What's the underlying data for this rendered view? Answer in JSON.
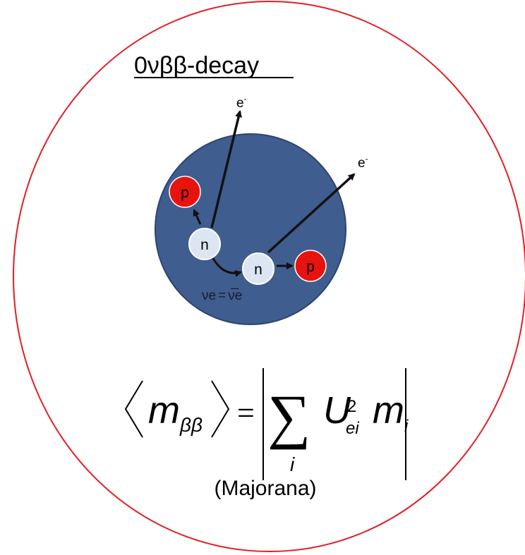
{
  "title": "0νββ-decay",
  "colors": {
    "outline": "#e31e24",
    "nucleus": "#3f5d8e",
    "nucleus_edge": "#2c4470",
    "proton": "#e8130f",
    "neutron": "#dce6f2",
    "arrow": "#111111"
  },
  "diagram": {
    "electron_1": "e",
    "electron_2": "e",
    "electron_charge": "-",
    "proton_1": "p",
    "proton_2": "p",
    "neutron_1": "n",
    "neutron_2": "n",
    "neutrino_left": "νe",
    "neutrino_equals": "=",
    "neutrino_right": "ν̅e"
  },
  "formula": {
    "lhs_symbol": "m",
    "lhs_subscript": "ββ",
    "equals": "=",
    "sum_symbol": "∑",
    "sum_index": "i",
    "matrix_symbol": "U",
    "matrix_superscript": "2",
    "matrix_subscript": "ei",
    "mass_symbol": "m",
    "mass_subscript": "i"
  },
  "caption": "(Majorana)"
}
